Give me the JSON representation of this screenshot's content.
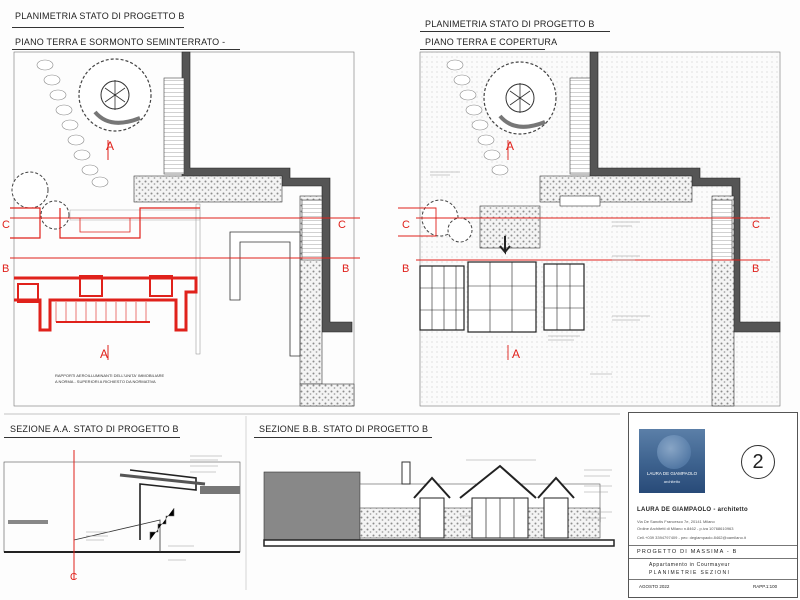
{
  "titles": {
    "plan_left": "PLANIMETRIA STATO DI PROGETTO B",
    "plan_left_sub": "PIANO TERRA E SORMONTO SEMINTERRATO -",
    "plan_right": "PLANIMETRIA STATO DI  PROGETTO B",
    "plan_right_sub": "PIANO TERRA E COPERTURA",
    "section_aa": "SEZIONE A.A. STATO DI PROGETTO B",
    "section_bb": "SEZIONE B.B. STATO DI PROGETTO B"
  },
  "section_markers": {
    "a": "A",
    "b": "B",
    "c": "C"
  },
  "notes": {
    "plan_left_note_1": "RAPPORTI AEROILLUMINANTI DELL'UNITA' IMMOBILIARE",
    "plan_left_note_2": "A NORMA - SUPERIORI A  RICHIESTO DA NORMATIVA"
  },
  "title_block": {
    "logo_line1": "LAURA DE GIAMPAOLO",
    "logo_line2": "architetto",
    "sheet_number": "2",
    "architect": "LAURA DE GIAMPAOLO - architetto",
    "address": "Via De Sanctis Francesco 7e, 20141 Milano",
    "order": "Ordine Architetti di Milano n.8462 - p.iva 10768610963",
    "contact": "Cell.+039 3394797409 - pec: degiampaolo.8462@oamilano.it",
    "project": "PROGETTO DI MASSIMA - B",
    "subject": "Appartamento in Courmayeur",
    "content": "PLANIMETRIE SEZIONI",
    "date": "AGOSTO 2022",
    "scale": "RAPP.1:100"
  },
  "colors": {
    "ink": "#333333",
    "red": "#e0211b",
    "gravel": "#9a9a9a",
    "logo_blue": "#3f6490"
  }
}
